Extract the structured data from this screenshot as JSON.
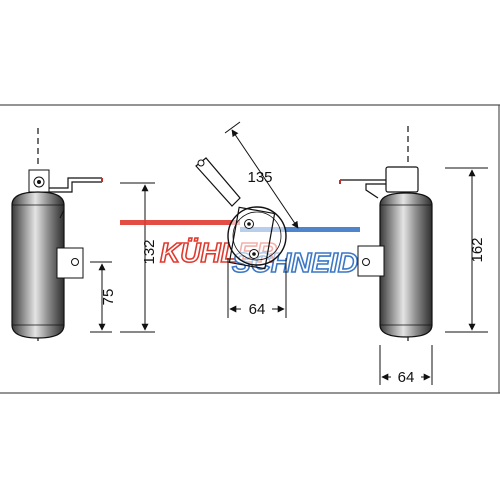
{
  "watermark": {
    "left_word": "KÜHLER",
    "right_word": "SCHNEIDER",
    "left_color": "#e03a2f",
    "right_color": "#3c78c8",
    "bar_colors": [
      "#e03a2f",
      "#3c78c8"
    ]
  },
  "dimensions": {
    "left_height_total": "132",
    "left_height_bracket": "75",
    "center_diagonal": "135",
    "center_diameter": "64",
    "right_height_total": "162",
    "right_diameter": "64"
  },
  "colors": {
    "line": "#111111",
    "body_shade_dark": "#4a4a4a",
    "body_shade_light": "#d6d6d6",
    "frame": "#555555"
  }
}
